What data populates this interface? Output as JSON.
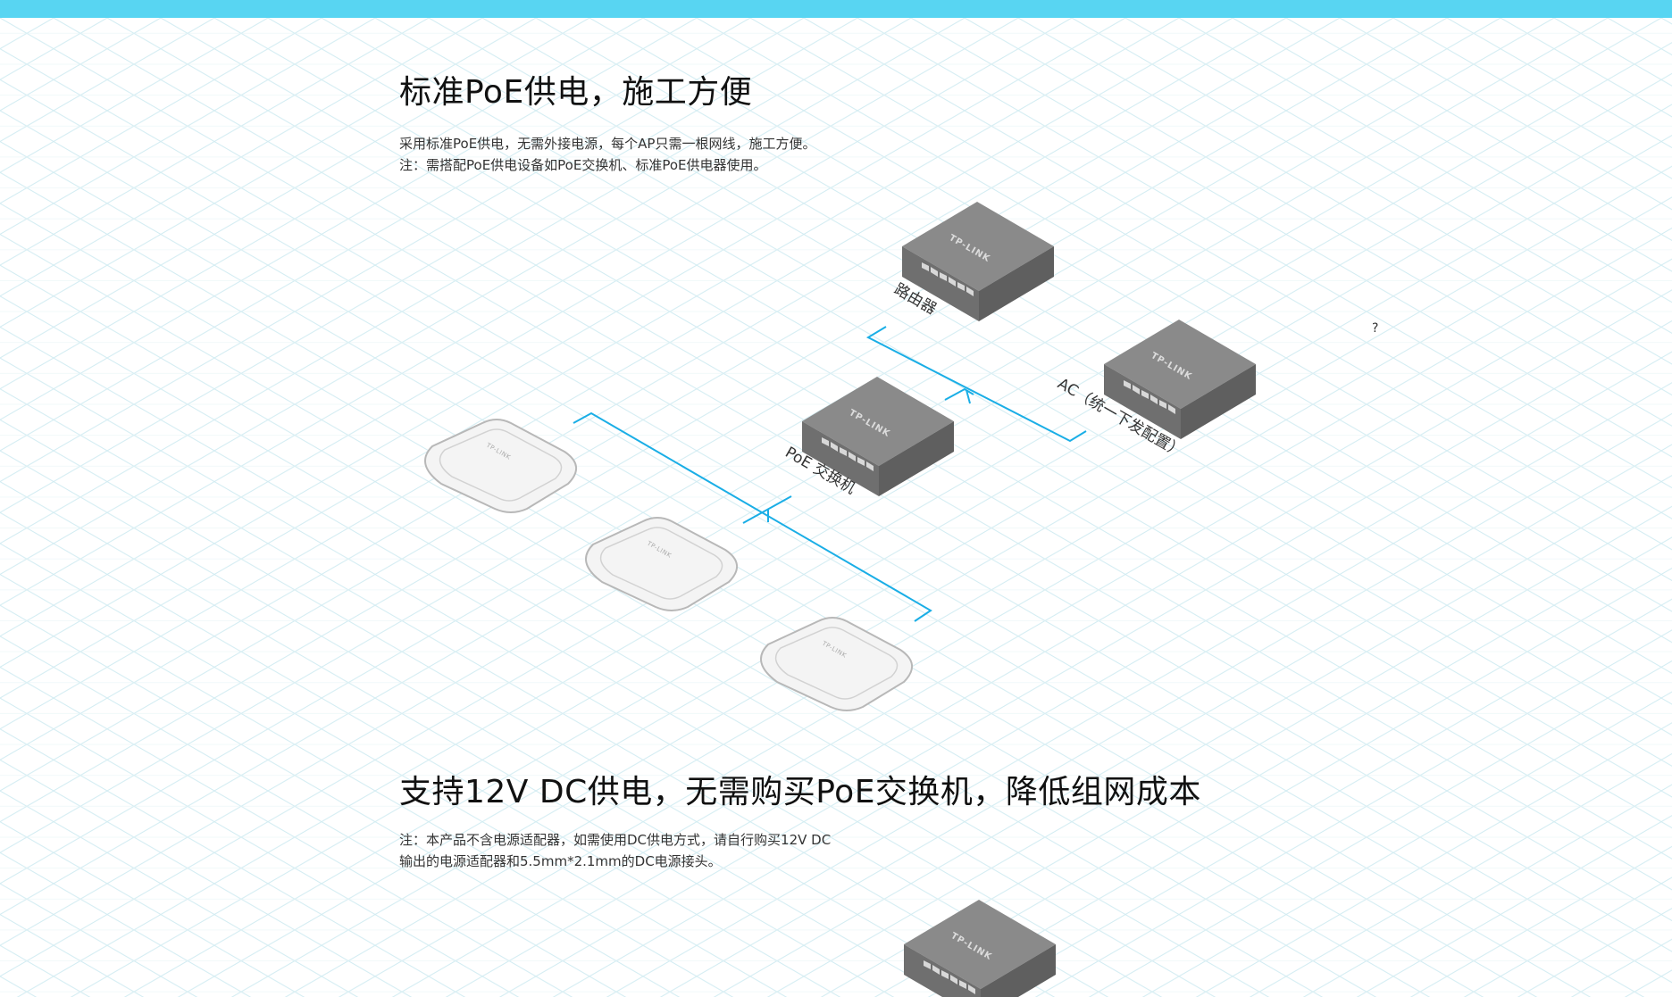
{
  "section1": {
    "title": "标准PoE供电，施工方便",
    "desc_line1": "采用标准PoE供电，无需外接电源，每个AP只需一根网线，施工方便。",
    "desc_line2": "注：需搭配PoE供电设备如PoE交换机、标准PoE供电器使用。"
  },
  "section2": {
    "title": "支持12V DC供电，无需购买PoE交换机，降低组网成本",
    "desc_line1": "注：本产品不含电源适配器，如需使用DC供电方式，请自行购买12V DC",
    "desc_line2": "输出的电源适配器和5.5mm*2.1mm的DC电源接头。"
  },
  "diagram": {
    "router_label": "路由器",
    "ac_label": "AC（统一下发配置）",
    "poe_switch_label": "PoE 交换机",
    "device_brand": "TP-LINK",
    "ap_brand": "TP-LINK",
    "line_color": "#1aaee6"
  },
  "misc": {
    "question_mark": "?"
  },
  "colors": {
    "topbar": "#58d5f2",
    "grid": "#cde8ef",
    "device_gray": "#7a7a7a"
  }
}
